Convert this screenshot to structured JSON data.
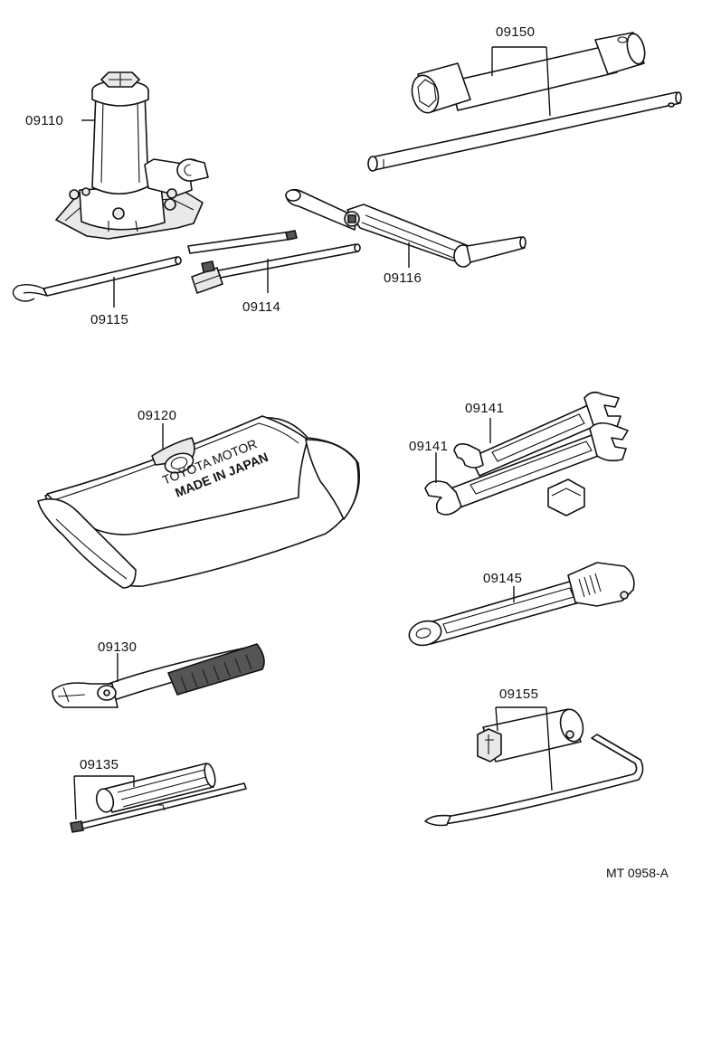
{
  "diagram": {
    "reference_code": "MT 0958-A",
    "parts": [
      {
        "id": "jack",
        "number": "09110"
      },
      {
        "id": "jack-handle-extension",
        "number": "09114"
      },
      {
        "id": "jack-handle-hook",
        "number": "09115"
      },
      {
        "id": "jack-handle-wrench",
        "number": "09116"
      },
      {
        "id": "tool-bag",
        "number": "09120"
      },
      {
        "id": "pliers",
        "number": "09130"
      },
      {
        "id": "screwdriver",
        "number": "09135"
      },
      {
        "id": "open-end-wrench-upper",
        "number": "09141"
      },
      {
        "id": "open-end-wrench-lower",
        "number": "09141"
      },
      {
        "id": "adjustable-wrench",
        "number": "09145"
      },
      {
        "id": "wheel-nut-wrench",
        "number": "09150"
      },
      {
        "id": "spark-plug-wrench",
        "number": "09155"
      }
    ],
    "bag_print": [
      "TOYOTA MOTOR",
      "MADE IN JAPAN"
    ]
  }
}
